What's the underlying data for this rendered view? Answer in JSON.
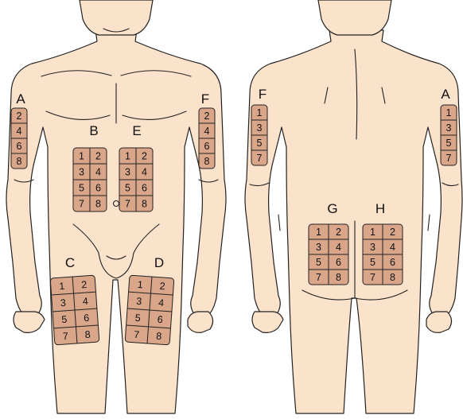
{
  "sites": {
    "front": {
      "A": {
        "label": "A",
        "cells": [
          "2",
          "4",
          "6",
          "8"
        ]
      },
      "B": {
        "label": "B",
        "cells": [
          "1",
          "2",
          "3",
          "4",
          "5",
          "6",
          "7",
          "8"
        ]
      },
      "E": {
        "label": "E",
        "cells": [
          "1",
          "2",
          "3",
          "4",
          "5",
          "6",
          "7",
          "8"
        ]
      },
      "F": {
        "label": "F",
        "cells": [
          "2",
          "4",
          "6",
          "8"
        ]
      },
      "C": {
        "label": "C",
        "cells": [
          "1",
          "2",
          "3",
          "4",
          "5",
          "6",
          "7",
          "8"
        ]
      },
      "D": {
        "label": "D",
        "cells": [
          "1",
          "2",
          "3",
          "4",
          "5",
          "6",
          "7",
          "8"
        ]
      }
    },
    "back": {
      "F": {
        "label": "F",
        "cells": [
          "1",
          "3",
          "5",
          "7"
        ]
      },
      "A": {
        "label": "A",
        "cells": [
          "1",
          "3",
          "5",
          "7"
        ]
      },
      "G": {
        "label": "G",
        "cells": [
          "1",
          "2",
          "3",
          "4",
          "5",
          "6",
          "7",
          "8"
        ]
      },
      "H": {
        "label": "H",
        "cells": [
          "1",
          "2",
          "3",
          "4",
          "5",
          "6",
          "7",
          "8"
        ]
      }
    }
  }
}
